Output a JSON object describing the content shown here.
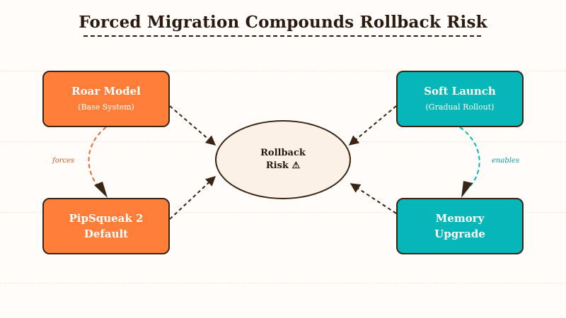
{
  "title": "Forced Migration Compounds Rollback Risk",
  "nodes": {
    "roar": {
      "title": "Roar Model",
      "subtitle": "(Base System)"
    },
    "pipsqueak": {
      "line1": "PipSqueak 2",
      "line2": "Default"
    },
    "soft": {
      "title": "Soft Launch",
      "subtitle": "(Gradual Rollout)"
    },
    "memory": {
      "line1": "Memory",
      "line2": "Upgrade"
    },
    "center": {
      "line1": "Rollback",
      "line2": "Risk ⚠"
    }
  },
  "edges": {
    "forces": "forces",
    "enables": "enables"
  },
  "colors": {
    "orange": "#ff7f3a",
    "teal": "#06b6b8",
    "ink": "#3a2414",
    "ellipse_fill": "#fbf1e6"
  }
}
